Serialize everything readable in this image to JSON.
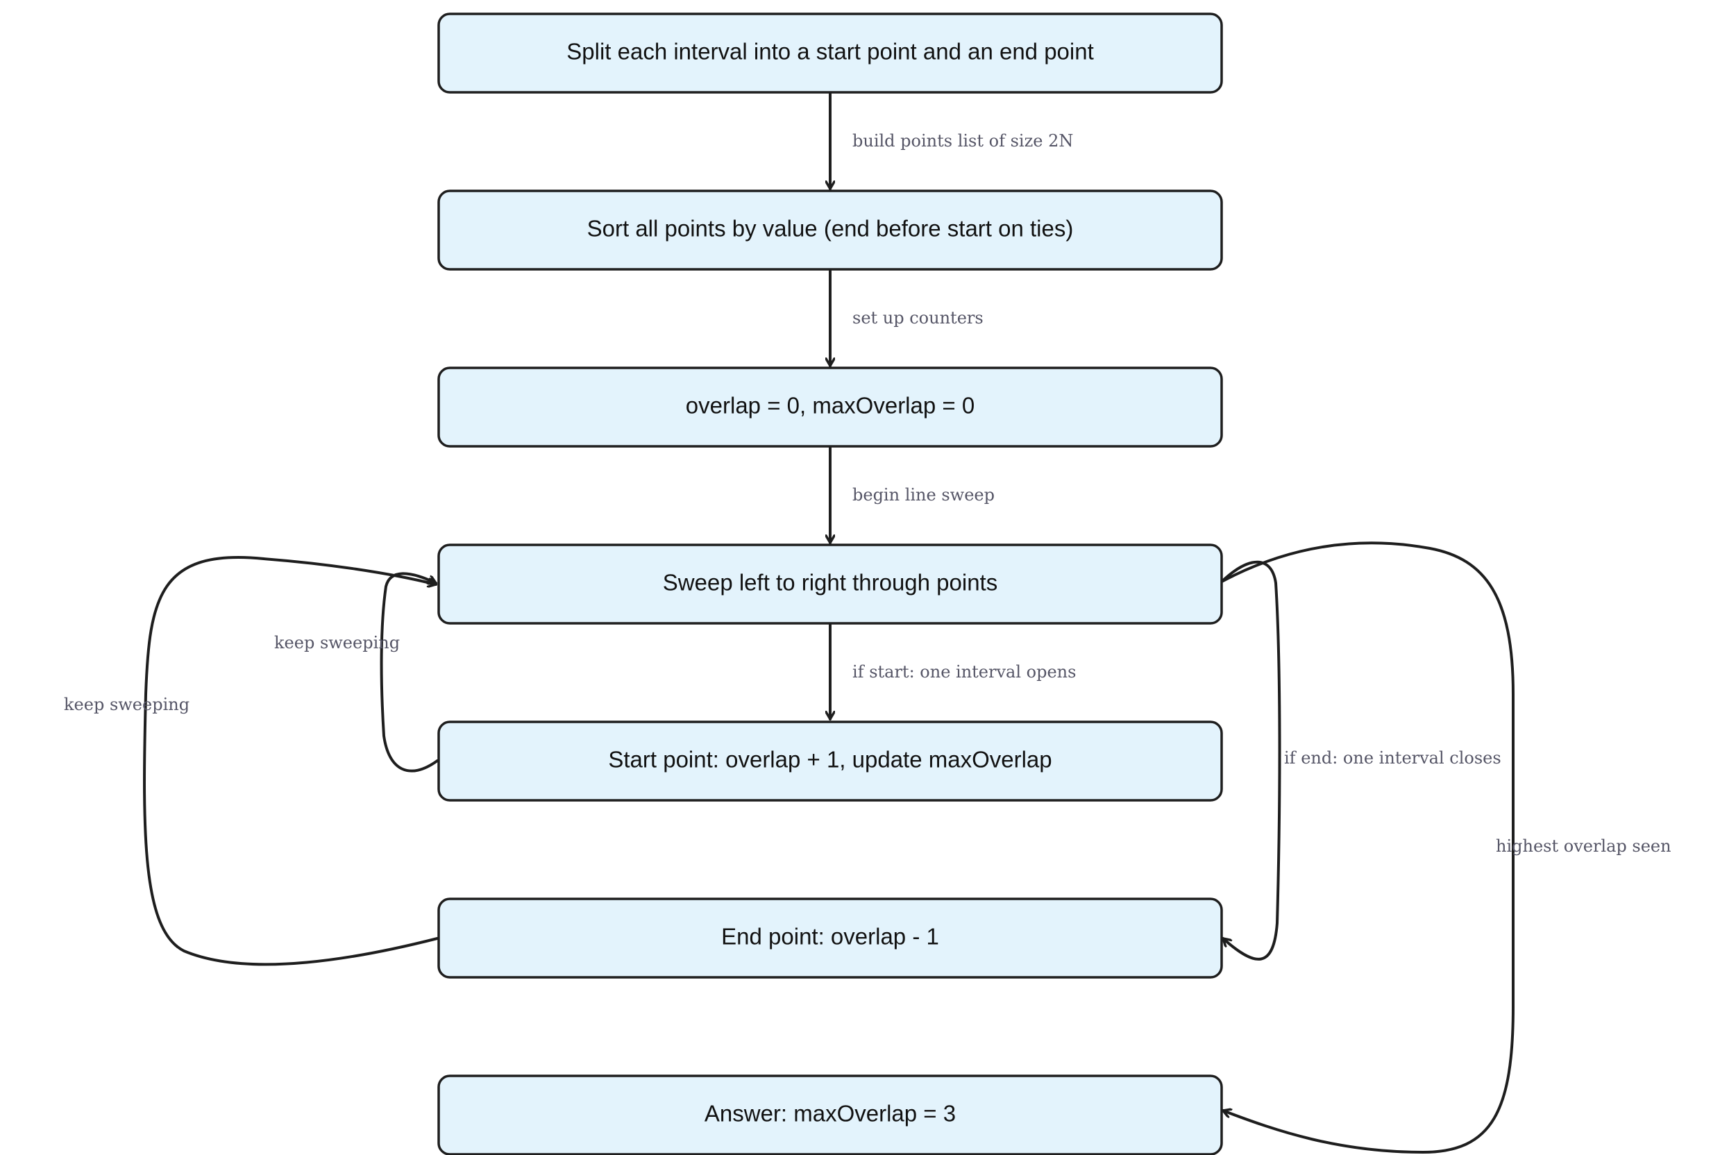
{
  "nodes": [
    {
      "id": "split",
      "label": "Split each interval into a start point and an end point"
    },
    {
      "id": "sort",
      "label": "Sort all points by value (end before start on ties)"
    },
    {
      "id": "init",
      "label": "overlap = 0, maxOverlap = 0"
    },
    {
      "id": "sweep",
      "label": "Sweep left to right through points"
    },
    {
      "id": "start",
      "label": "Start point: overlap + 1, update maxOverlap"
    },
    {
      "id": "end",
      "label": "End point: overlap - 1"
    },
    {
      "id": "answer",
      "label": "Answer: maxOverlap = 3"
    }
  ],
  "edges": [
    {
      "from": "split",
      "to": "sort",
      "label": "build points list of size 2N"
    },
    {
      "from": "sort",
      "to": "init",
      "label": "set up counters"
    },
    {
      "from": "init",
      "to": "sweep",
      "label": "begin line sweep"
    },
    {
      "from": "sweep",
      "to": "start",
      "label": "if start: one interval opens"
    },
    {
      "from": "start",
      "to": "sweep",
      "label": "keep sweeping"
    },
    {
      "from": "end",
      "to": "sweep",
      "label": "keep sweeping"
    },
    {
      "from": "sweep",
      "to": "end",
      "label": "if end: one interval closes"
    },
    {
      "from": "sweep",
      "to": "answer",
      "label": "highest overlap seen"
    }
  ]
}
